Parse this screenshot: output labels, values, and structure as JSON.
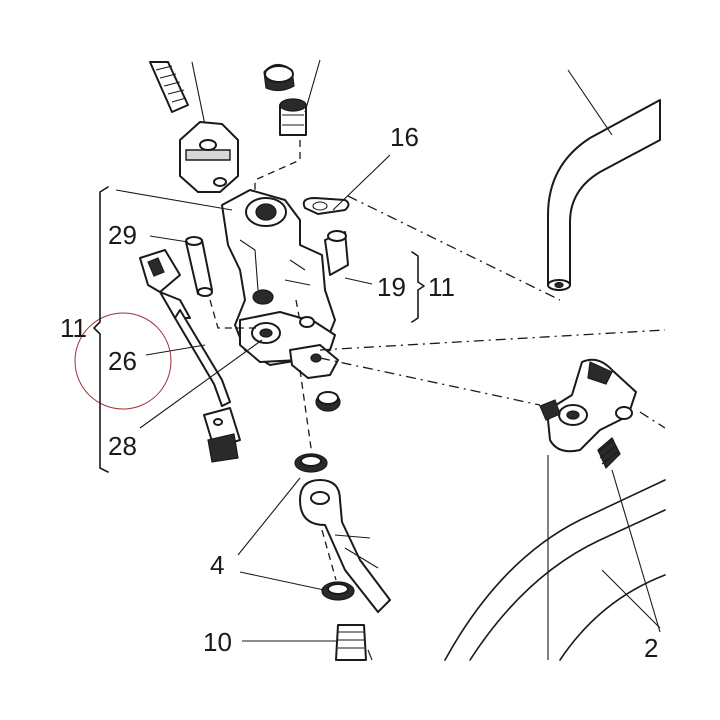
{
  "labels": {
    "l16": "16",
    "l29": "29",
    "l19": "19",
    "l11_right": "11",
    "l11_left": "11",
    "l26": "26",
    "l28": "28",
    "l4": "4",
    "l10": "10",
    "l2": "2"
  },
  "colors": {
    "ink": "#1a1a1a",
    "highlight_circle": "#a0303a"
  }
}
